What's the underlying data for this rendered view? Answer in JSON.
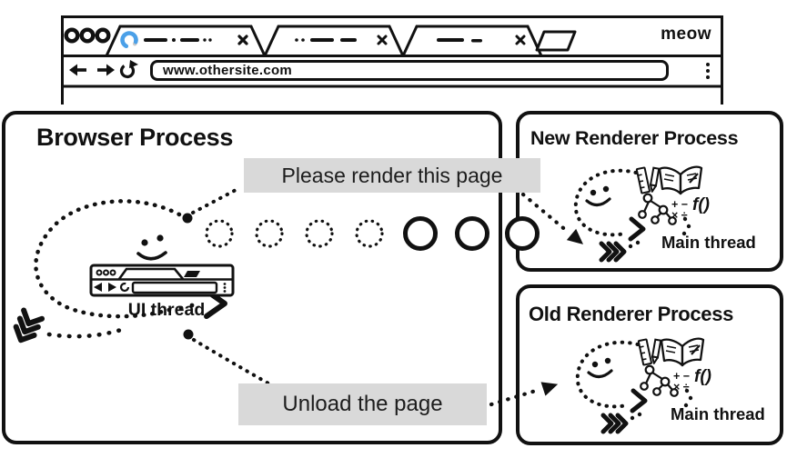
{
  "browser_window": {
    "brand_label": "meow",
    "address_bar": {
      "url": "www.othersite.com"
    }
  },
  "diagram": {
    "messages": {
      "render_request": "Please render this page",
      "unload_request": "Unload the page"
    },
    "browser_process": {
      "title": "Browser Process",
      "thread_label": "UI thread"
    },
    "new_renderer_process": {
      "title": "New Renderer Process",
      "thread_label": "Main thread"
    },
    "old_renderer_process": {
      "title": "Old Renderer Process",
      "thread_label": "Main thread"
    },
    "renderer_icon_text": {
      "math_top": "+ −",
      "math_bottom": "× ÷",
      "function_label": "f()"
    }
  },
  "colors": {
    "ink": "#111111",
    "message_label_bg": "#d9d9d9",
    "spinner_blue": "#4BA0E8"
  }
}
